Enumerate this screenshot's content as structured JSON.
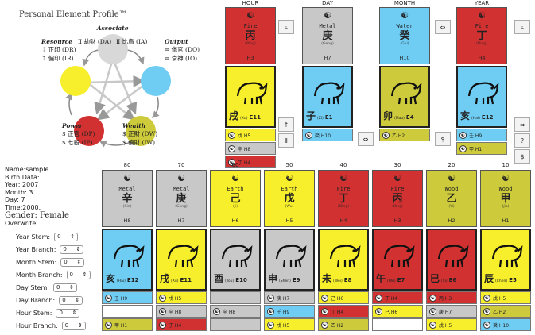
{
  "profile": {
    "title": "Personal Element Profile™",
    "associate": {
      "heading": "Associate",
      "lines": [
        "Ⅱ 劫財 (DA)",
        "Ⅱ 比肩 (IA)"
      ]
    },
    "resource": {
      "heading": "Resource",
      "lines": [
        "⇡ 正印 (DR)",
        "⇡ 偏印 (IR)"
      ]
    },
    "output": {
      "heading": "Output",
      "lines": [
        "⇔ 傷官 (DO)",
        "⇔ 食神 (IO)"
      ]
    },
    "power": {
      "heading": "Power",
      "lines": [
        "$ 正官 (DP)",
        "$ 七殺 (IP)"
      ]
    },
    "wealth": {
      "heading": "Wealth",
      "lines": [
        "$ 正財 (DW)",
        "$ 偏財 (IW)"
      ]
    },
    "colors": {
      "metal": "#d8d8d8",
      "water": "#6fcdf3",
      "wood": "#cdcb3c",
      "fire": "#d23131",
      "earth": "#f7ef2b"
    }
  },
  "main_pillars": [
    {
      "header": "HOUR",
      "stem": {
        "element": "Fire",
        "char": "丙",
        "pinyin": "(Bing)",
        "code": "H3",
        "color": "#d23131"
      },
      "branch": {
        "char": "戌",
        "pinyin": "(Xu)",
        "code": "E11",
        "color": "#f7ef2b"
      },
      "hidden": [
        {
          "text": "戊 H5",
          "color": "#f7ef2b"
        },
        {
          "text": "辛 H8",
          "color": "#c8c8c8"
        },
        {
          "text": "丁 H4",
          "color": "#d23131"
        }
      ]
    },
    {
      "header": "DAY",
      "stem": {
        "element": "Metal",
        "char": "庚",
        "pinyin": "(Geng)",
        "code": "H7",
        "color": "#c8c8c8"
      },
      "branch": {
        "char": "子",
        "pinyin": "(Zi)",
        "code": "E1",
        "color": "#6fcdf3"
      },
      "hidden": [
        {
          "text": "癸 H10",
          "color": "#6fcdf3"
        }
      ]
    },
    {
      "header": "MONTH",
      "stem": {
        "element": "Water",
        "char": "癸",
        "pinyin": "(Gui)",
        "code": "H10",
        "color": "#6fcdf3"
      },
      "branch": {
        "char": "卯",
        "pinyin": "(Mao)",
        "code": "E4",
        "color": "#cdcb3c"
      },
      "hidden": [
        {
          "text": "乙 H2",
          "color": "#cdcb3c"
        }
      ]
    },
    {
      "header": "YEAR",
      "stem": {
        "element": "Fire",
        "char": "丁",
        "pinyin": "(Ding)",
        "code": "H4",
        "color": "#d23131"
      },
      "branch": {
        "char": "亥",
        "pinyin": "(Hai)",
        "code": "E12",
        "color": "#6fcdf3"
      },
      "hidden": [
        {
          "text": "壬 H9",
          "color": "#6fcdf3"
        },
        {
          "text": "甲 H1",
          "color": "#cdcb3c"
        }
      ]
    }
  ],
  "side_buttons": {
    "stem_ops": [
      "⇣",
      "⇔",
      "⇣"
    ],
    "branch_ops": [
      "↑",
      "Ⅱ",
      "$",
      "⇔",
      "⇔",
      "?",
      "$"
    ]
  },
  "chart_info": {
    "name": "Name:sample",
    "birth": "Birth Data:",
    "year": "Year: 2007",
    "month": "Month: 3",
    "day": "Day: 7",
    "time": "Time:2000.",
    "gender": "Gender: Female",
    "overwrite": "Overwrite"
  },
  "form": [
    {
      "label": "Year Stem:",
      "value": "0"
    },
    {
      "label": "Year Branch:",
      "value": "0"
    },
    {
      "label": "Month Stem:",
      "value": "0"
    },
    {
      "label": "Month Branch:",
      "value": "0"
    },
    {
      "label": "Day Stem:",
      "value": "0"
    },
    {
      "label": "Day Branch:",
      "value": "0"
    },
    {
      "label": "Hour Stem:",
      "value": "0"
    },
    {
      "label": "Hour Branch:",
      "value": "0"
    }
  ],
  "luck_pillars": [
    {
      "age": "80",
      "stem": {
        "element": "Metal",
        "char": "辛",
        "pinyin": "(Xin)",
        "code": "H8",
        "color": "#c8c8c8"
      },
      "branch": {
        "char": "亥",
        "pinyin": "(Hai)",
        "code": "E12",
        "color": "#6fcdf3"
      },
      "hidden": [
        {
          "text": "壬 H9",
          "color": "#6fcdf3"
        },
        {
          "text": "",
          "color": "#ffffff"
        },
        {
          "text": "甲 H1",
          "color": "#cdcb3c"
        }
      ]
    },
    {
      "age": "70",
      "stem": {
        "element": "Metal",
        "char": "庚",
        "pinyin": "(Geng)",
        "code": "H7",
        "color": "#c8c8c8"
      },
      "branch": {
        "char": "戌",
        "pinyin": "(Xu)",
        "code": "E11",
        "color": "#f7ef2b"
      },
      "hidden": [
        {
          "text": "戊 H5",
          "color": "#f7ef2b"
        },
        {
          "text": "辛 H8",
          "color": "#c8c8c8"
        },
        {
          "text": "丁 H4",
          "color": "#d23131"
        }
      ]
    },
    {
      "age": "60",
      "stem": {
        "element": "Earth",
        "char": "己",
        "pinyin": "(Ji)",
        "code": "H6",
        "color": "#f7ef2b"
      },
      "branch": {
        "char": "酉",
        "pinyin": "(You)",
        "code": "E10",
        "color": "#c8c8c8"
      },
      "hidden": [
        {
          "text": "",
          "color": "#c8c8c8"
        },
        {
          "text": "辛 H8",
          "color": "#c8c8c8"
        },
        {
          "text": "",
          "color": "#c8c8c8"
        }
      ]
    },
    {
      "age": "50",
      "stem": {
        "element": "Earth",
        "char": "戊",
        "pinyin": "(Wu)",
        "code": "H5",
        "color": "#f7ef2b"
      },
      "branch": {
        "char": "申",
        "pinyin": "(Shen)",
        "code": "E9",
        "color": "#c8c8c8"
      },
      "hidden": [
        {
          "text": "庚 H7",
          "color": "#c8c8c8"
        },
        {
          "text": "壬 H9",
          "color": "#6fcdf3"
        },
        {
          "text": "戊 H5",
          "color": "#f7ef2b"
        }
      ]
    },
    {
      "age": "40",
      "stem": {
        "element": "Fire",
        "char": "丁",
        "pinyin": "(Ding)",
        "code": "H4",
        "color": "#d23131"
      },
      "branch": {
        "char": "未",
        "pinyin": "(Wei)",
        "code": "E8",
        "color": "#f7ef2b"
      },
      "hidden": [
        {
          "text": "己 H6",
          "color": "#f7ef2b"
        },
        {
          "text": "丁 H4",
          "color": "#d23131"
        },
        {
          "text": "乙 H2",
          "color": "#cdcb3c"
        }
      ]
    },
    {
      "age": "30",
      "stem": {
        "element": "Fire",
        "char": "丙",
        "pinyin": "(Bing)",
        "code": "H3",
        "color": "#d23131"
      },
      "branch": {
        "char": "午",
        "pinyin": "(Wu)",
        "code": "E7",
        "color": "#d23131"
      },
      "hidden": [
        {
          "text": "丁 H4",
          "color": "#d23131"
        },
        {
          "text": "己 H6",
          "color": "#f7ef2b"
        },
        {
          "text": "",
          "color": "#ffffff"
        }
      ]
    },
    {
      "age": "20",
      "stem": {
        "element": "Wood",
        "char": "乙",
        "pinyin": "(Yi)",
        "code": "H2",
        "color": "#cdcb3c"
      },
      "branch": {
        "char": "巳",
        "pinyin": "(Si)",
        "code": "E6",
        "color": "#d23131"
      },
      "hidden": [
        {
          "text": "丙 H3",
          "color": "#d23131"
        },
        {
          "text": "庚 H7",
          "color": "#c8c8c8"
        },
        {
          "text": "戊 H5",
          "color": "#f7ef2b"
        }
      ]
    },
    {
      "age": "10",
      "stem": {
        "element": "Wood",
        "char": "甲",
        "pinyin": "(Jia)",
        "code": "H1",
        "color": "#cdcb3c"
      },
      "branch": {
        "char": "辰",
        "pinyin": "(Chen)",
        "code": "E5",
        "color": "#f7ef2b"
      },
      "hidden": [
        {
          "text": "戊 H5",
          "color": "#f7ef2b"
        },
        {
          "text": "乙 H2",
          "color": "#cdcb3c"
        },
        {
          "text": "癸 H10",
          "color": "#6fcdf3"
        }
      ]
    }
  ]
}
